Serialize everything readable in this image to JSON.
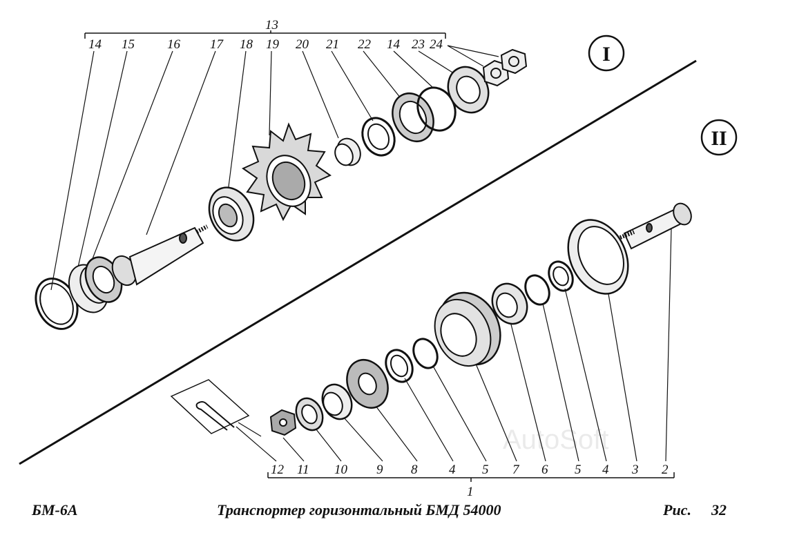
{
  "drawing": {
    "groups": [
      {
        "roman": "I",
        "assembly": "13",
        "parts": [
          "14",
          "15",
          "16",
          "17",
          "18",
          "19",
          "20",
          "21",
          "22",
          "14",
          "23",
          "24"
        ]
      },
      {
        "roman": "II",
        "assembly": "1",
        "parts": [
          "12",
          "11",
          "10",
          "9",
          "8",
          "4",
          "5",
          "7",
          "6",
          "5",
          "4",
          "3",
          "2"
        ]
      }
    ],
    "watermark": "AutoSoft"
  },
  "caption": {
    "model": "БМ-6А",
    "title": "Транспортер горизонтальный  БМД 54000",
    "fig_label": "Рис.",
    "fig_number": "32"
  }
}
